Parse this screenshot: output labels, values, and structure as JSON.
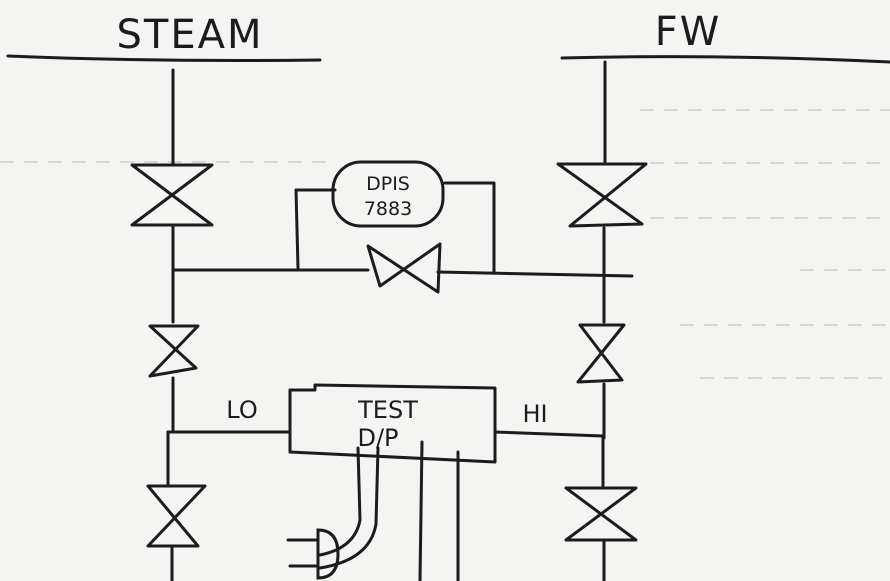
{
  "headers": {
    "steam": "STEAM",
    "fw": "FW"
  },
  "dpis_tag": {
    "line1": "DPIS",
    "line2": "7883"
  },
  "test_box": {
    "line1": "TEST",
    "line2": "D/P"
  },
  "taps": {
    "low": "LO",
    "high": "HI"
  },
  "colors": {
    "ink": "#1c1c1c",
    "paper": "#f4f4f2",
    "faint_rule": "#b8b8b8"
  }
}
